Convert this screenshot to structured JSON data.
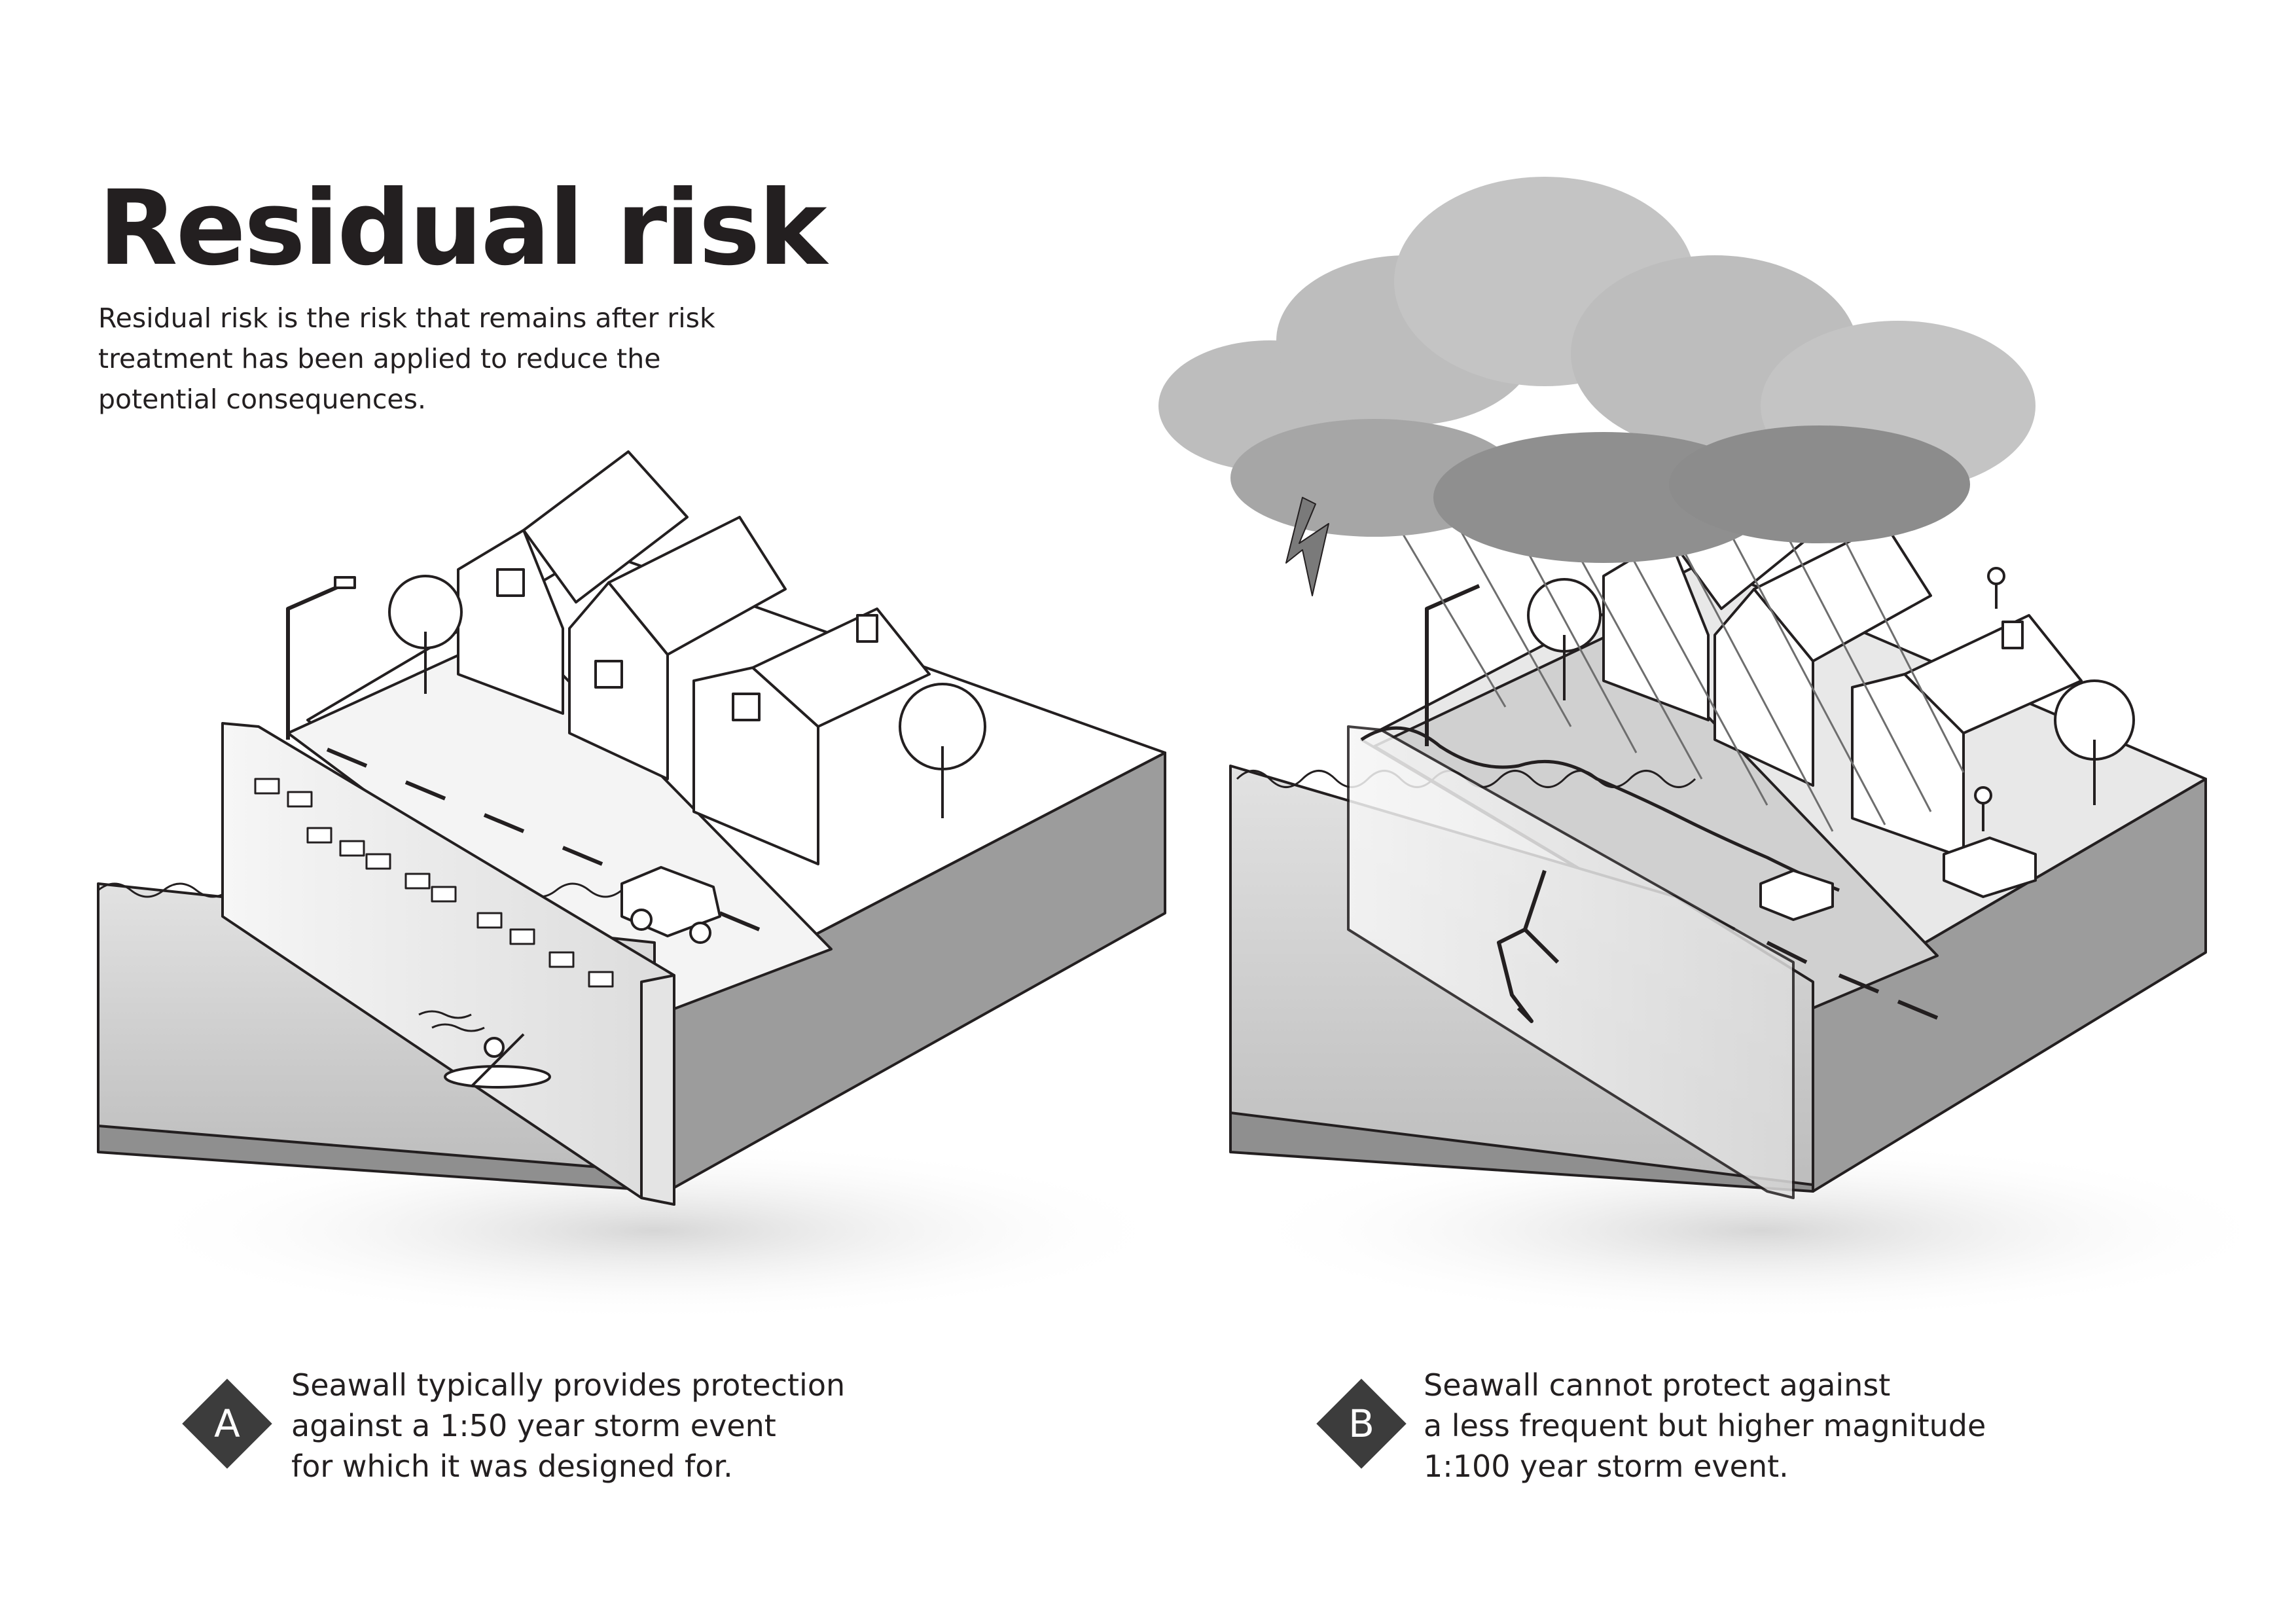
{
  "title": "Residual risk",
  "intro": [
    "Residual risk is the risk that remains after risk",
    "treatment has been applied to reduce the",
    "potential consequences."
  ],
  "scenario_a": {
    "badge": "A",
    "lines": [
      "Seawall typically provides protection",
      "against a 1:50 year storm event",
      "for which it was designed for."
    ]
  },
  "scenario_b": {
    "badge": "B",
    "lines": [
      "Seawall cannot protect against",
      "a less frequent but higher magnitude",
      "1:100 year storm event."
    ]
  },
  "colors": {
    "text": "#231f20",
    "badge": "#3c3c3c",
    "ground": "#9a9a9a",
    "water": "#c9c9c9",
    "cloud": "#a8a8a8"
  }
}
